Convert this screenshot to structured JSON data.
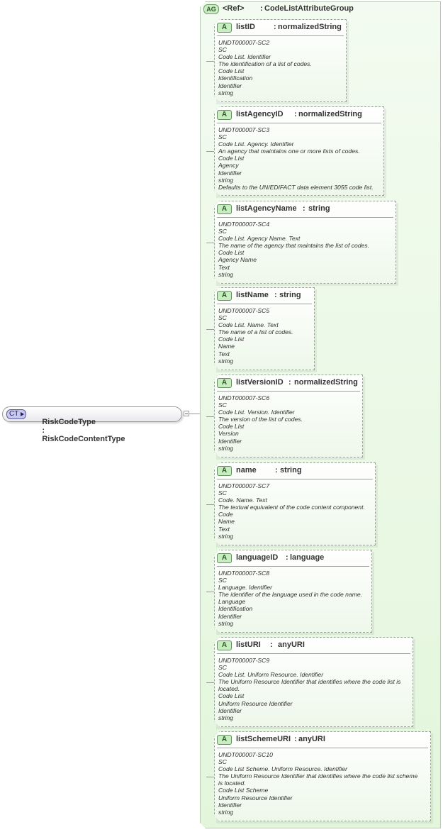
{
  "complex_type": {
    "badge": "CT",
    "name": "RiskCodeType",
    "separator": ":",
    "base_type": "RiskCodeContentType"
  },
  "attribute_group": {
    "badge": "AG",
    "ref": "<Ref>",
    "separator": ":",
    "name": "CodeListAttributeGroup"
  },
  "attributes": [
    {
      "badge": "A",
      "name": "listID",
      "separator": ":",
      "type": "normalizedString",
      "doc": [
        "UNDT000007-SC2",
        "SC",
        "Code List. Identifier",
        "The identification of a list of codes.",
        "Code List",
        "Identification",
        "Identifier",
        "string"
      ]
    },
    {
      "badge": "A",
      "name": "listAgencyID",
      "separator": ":",
      "type": "normalizedString",
      "doc": [
        "UNDT000007-SC3",
        "SC",
        "Code List. Agency. Identifier",
        "An agency that maintains one or more lists of codes.",
        "Code List",
        "Agency",
        "Identifier",
        "string",
        "Defaults to the UN/EDIFACT data element 3055 code list."
      ]
    },
    {
      "badge": "A",
      "name": "listAgencyName",
      "separator": ":",
      "type": "string",
      "doc": [
        "UNDT000007-SC4",
        "SC",
        "Code List. Agency Name. Text",
        "The name of the agency that maintains the list of codes.",
        "Code List",
        "Agency Name",
        "Text",
        "string"
      ]
    },
    {
      "badge": "A",
      "name": "listName",
      "separator": ":",
      "type": "string",
      "doc": [
        "UNDT000007-SC5",
        "SC",
        "Code List. Name. Text",
        "The name of a list of codes.",
        "Code List",
        "Name",
        "Text",
        "string"
      ]
    },
    {
      "badge": "A",
      "name": "listVersionID",
      "separator": ":",
      "type": "normalizedString",
      "doc": [
        "UNDT000007-SC6",
        "SC",
        "Code List. Version. Identifier",
        "The version of the list of codes.",
        "Code List",
        "Version",
        "Identifier",
        "string"
      ]
    },
    {
      "badge": "A",
      "name": "name",
      "separator": ":",
      "type": "string",
      "doc": [
        "UNDT000007-SC7",
        "SC",
        "Code. Name. Text",
        "The textual equivalent of the code content component.",
        "Code",
        "Name",
        "Text",
        "string"
      ]
    },
    {
      "badge": "A",
      "name": "languageID",
      "separator": ":",
      "type": "language",
      "doc": [
        "UNDT000007-SC8",
        "SC",
        "Language. Identifier",
        "The identifier of the language used in the code name.",
        "Language",
        "Identification",
        "Identifier",
        "string"
      ]
    },
    {
      "badge": "A",
      "name": "listURI",
      "separator": ":",
      "type": "anyURI",
      "doc": [
        "UNDT000007-SC9",
        "SC",
        "Code List. Uniform Resource. Identifier",
        "The Uniform Resource Identifier that identifies where the code list is",
        "located.",
        "Code List",
        "Uniform Resource Identifier",
        "Identifier",
        "string"
      ]
    },
    {
      "badge": "A",
      "name": "listSchemeURI",
      "separator": ":",
      "type": "anyURI",
      "doc": [
        "UNDT000007-SC10",
        "SC",
        "Code List Scheme. Uniform Resource. Identifier",
        "The Uniform Resource Identifier that identifies where the code list scheme",
        "is located.",
        "Code List Scheme",
        "Uniform Resource Identifier",
        "Identifier",
        "string"
      ]
    }
  ]
}
